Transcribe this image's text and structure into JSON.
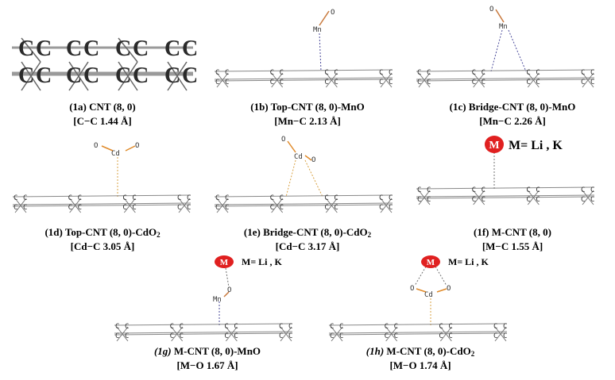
{
  "panels": [
    {
      "id": "1a",
      "label": "(1a)",
      "title": "CNT (8, 0)",
      "bond": "[C−C 1.44 Å]"
    },
    {
      "id": "1b",
      "label": "(1b)",
      "title": "Top-CNT (8, 0)-MnO",
      "bond": "[Mn−C 2.13 Å]"
    },
    {
      "id": "1c",
      "label": "(1c)",
      "title": "Bridge-CNT (8, 0)-MnO",
      "bond": "[Mn−C 2.26 Å]"
    },
    {
      "id": "1d",
      "label": "(1d)",
      "title": "Top-CNT (8, 0)-CdO",
      "title_sub": "2",
      "bond": "[Cd−C 3.05 Å]"
    },
    {
      "id": "1e",
      "label": "(1e)",
      "title": "Bridge-CNT (8, 0)-CdO",
      "title_sub": "2",
      "bond": "[Cd−C 3.17 Å]"
    },
    {
      "id": "1f",
      "label": "(1f)",
      "title": "M-CNT (8, 0)",
      "bond": "[M−C 1.55 Å]"
    },
    {
      "id": "1g",
      "label": "(1g)",
      "title": "M-CNT (8, 0)-MnO",
      "bond": "[M−O 1.67 Å]"
    },
    {
      "id": "1h",
      "label": "(1h)",
      "title": "M-CNT (8, 0)-CdO",
      "title_sub": "2",
      "bond": "[M−O 1.74 Å]"
    }
  ],
  "atoms": {
    "carbon": "C",
    "manganese": "Mn",
    "oxygen": "O",
    "cadmium": "Cd",
    "metal": "M"
  },
  "metal_legend": "M= Li , K",
  "colors": {
    "metal_ball": "#e02020",
    "mn_o_bond": "#c8783c",
    "cd_o_bond": "#e08a2a",
    "mn_c_dashed": "#4a4a9a",
    "cd_c_dashed": "#d8a040",
    "m_c_dashed": "#707070",
    "cnt_line": "#888888"
  }
}
